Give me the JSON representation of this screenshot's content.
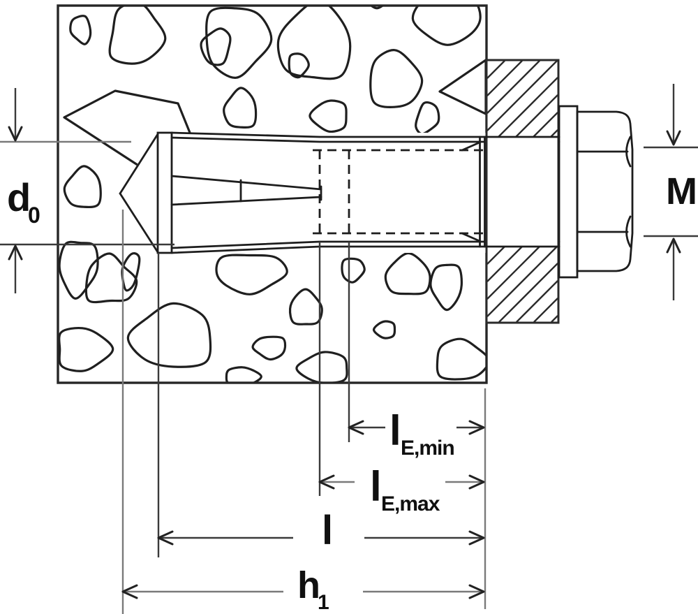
{
  "figure": {
    "labels": {
      "d0": {
        "symbol": "d",
        "subscript": "0"
      },
      "M": {
        "symbol": "M",
        "subscript": ""
      },
      "lEmin": {
        "symbol": "l",
        "subscript": "E,min"
      },
      "lEmax": {
        "symbol": "l",
        "subscript": "E,max"
      },
      "l": {
        "symbol": "l",
        "subscript": ""
      },
      "h1": {
        "symbol": "h",
        "subscript": "1"
      }
    },
    "colors": {
      "line": "#1d1d1d",
      "dim_dark": "#3a3a3a",
      "dim_gray": "#7a7a7a",
      "background": "#ffffff"
    }
  }
}
